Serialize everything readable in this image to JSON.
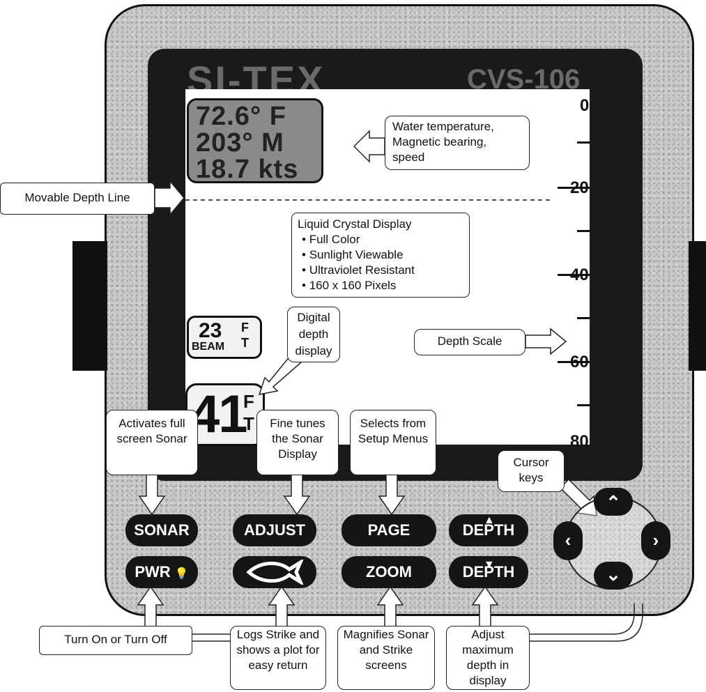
{
  "device": {
    "brand": "SI-TEX",
    "model": "CVS-106"
  },
  "display": {
    "readout": {
      "temperature": "72.6° F",
      "bearing": "203° M",
      "speed": "18.7 kts"
    },
    "beam": {
      "value": "23",
      "label": "BEAM",
      "unit_top": "F",
      "unit_bottom": "T"
    },
    "digital_depth": {
      "value": "41",
      "unit_top": "F",
      "unit_bottom": "T"
    },
    "depth_scale": [
      "0",
      "20",
      "40",
      "60",
      "80"
    ]
  },
  "callouts": {
    "water_temp": "Water temperature, Magnetic bearing, speed",
    "depth_line": "Movable Depth Line",
    "lcd_title": "Liquid Crystal Display",
    "lcd_features": [
      "Full Color",
      "Sunlight Viewable",
      "Ultraviolet Resistant",
      "160 x 160 Pixels"
    ],
    "digital_depth": "Digital depth display",
    "depth_scale": "Depth Scale",
    "sonar": "Activates full screen Sonar",
    "adjust": "Fine tunes the Sonar Display",
    "page": "Selects from Setup Menus",
    "cursor": "Cursor keys",
    "power": "Turn On or Turn Off",
    "fish": "Logs Strike and shows a plot for easy return",
    "zoom": "Magnifies Sonar and Strike screens",
    "depth": "Adjust maximum depth in display"
  },
  "keys": {
    "sonar": "SONAR",
    "adjust": "ADJUST",
    "page": "PAGE",
    "depth_up": "DEPTH",
    "power": "PWR",
    "zoom": "ZOOM",
    "depth_down": "DEPTH"
  },
  "icons": {
    "fish": "fish-icon",
    "light": "light-bulb-icon",
    "up": "arrow-up-icon",
    "down": "arrow-down-icon",
    "left": "arrow-left-icon",
    "right": "arrow-right-icon"
  }
}
